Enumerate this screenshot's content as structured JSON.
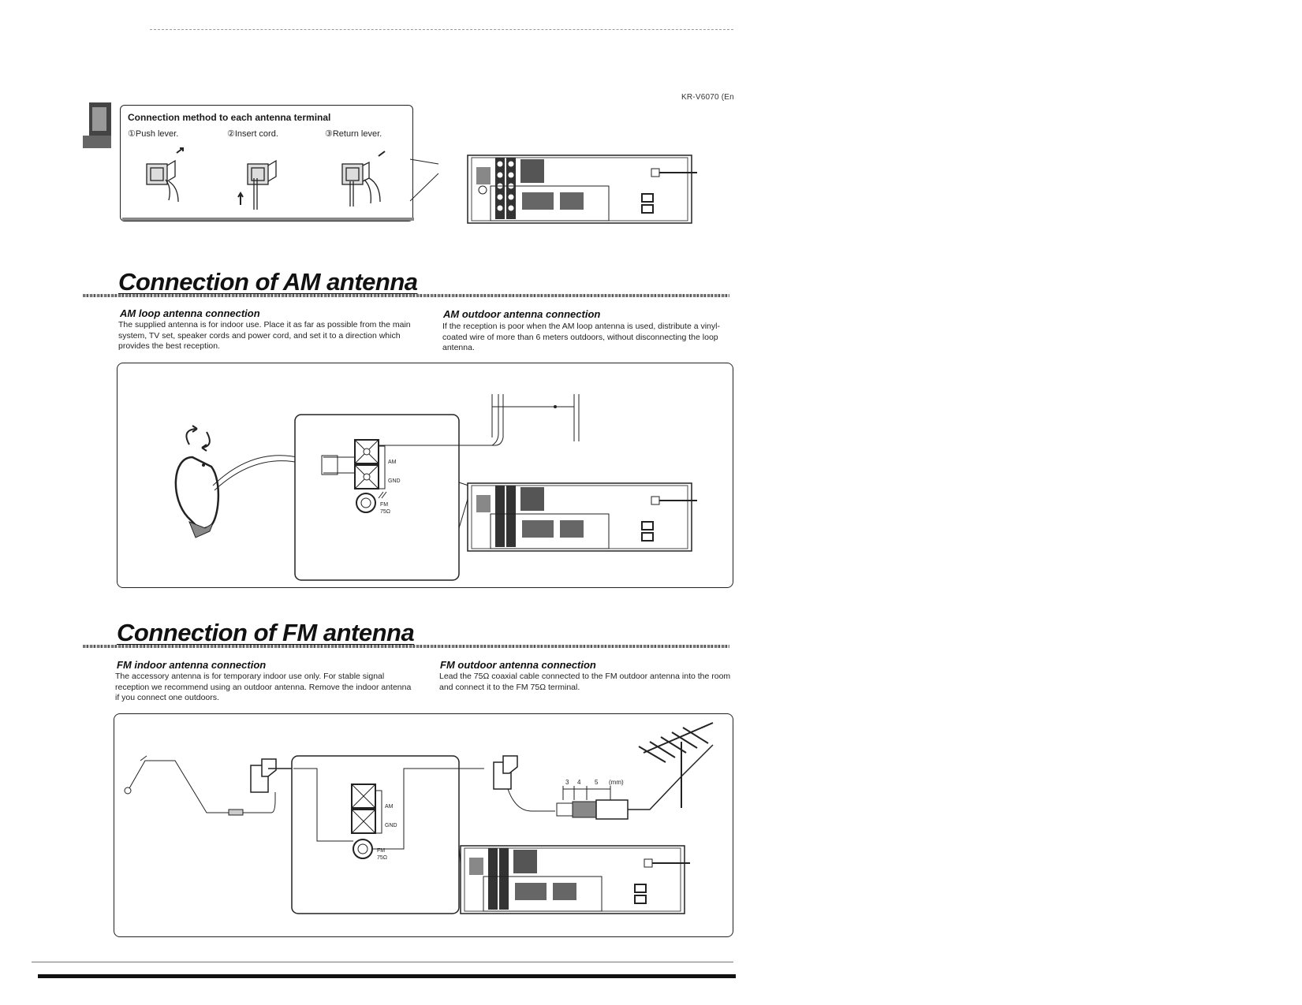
{
  "header": {
    "model_code": "KR-V6070 (En"
  },
  "terminal_method": {
    "title": "Connection method to each antenna terminal",
    "steps": [
      {
        "label": "①Push lever."
      },
      {
        "label": "②Insert cord."
      },
      {
        "label": "③Return lever."
      }
    ]
  },
  "am_section": {
    "heading": "Connection of AM antenna",
    "loop": {
      "title": "AM loop antenna connection",
      "text": "The supplied antenna is for indoor use. Place it as far as possible from the main system, TV set, speaker cords and power cord, and set it to a direction which provides the best reception."
    },
    "outdoor": {
      "title": "AM outdoor antenna connection",
      "text": "If the reception is poor when the AM loop antenna is used, distribute a vinyl-coated wire of more than 6 meters outdoors, without disconnecting the loop antenna."
    },
    "terminal_labels": {
      "am": "AM",
      "gnd": "GND",
      "fm": "FM",
      "fm_ohm": "75Ω"
    }
  },
  "fm_section": {
    "heading": "Connection of FM antenna",
    "indoor": {
      "title": "FM indoor antenna connection",
      "text": "The accessory antenna is for temporary indoor use only. For stable signal reception we recommend using an outdoor antenna. Remove the indoor antenna if you connect one outdoors."
    },
    "outdoor": {
      "title": "FM outdoor antenna connection",
      "text": "Lead the 75Ω coaxial cable connected to the FM outdoor antenna into the room and connect it to the FM 75Ω terminal."
    },
    "terminal_labels": {
      "am": "AM",
      "gnd": "GND",
      "fm": "FM",
      "fm_ohm": "75Ω"
    },
    "strip_dims": {
      "a": "3",
      "b": "4",
      "c": "5",
      "unit": "(mm)"
    }
  }
}
